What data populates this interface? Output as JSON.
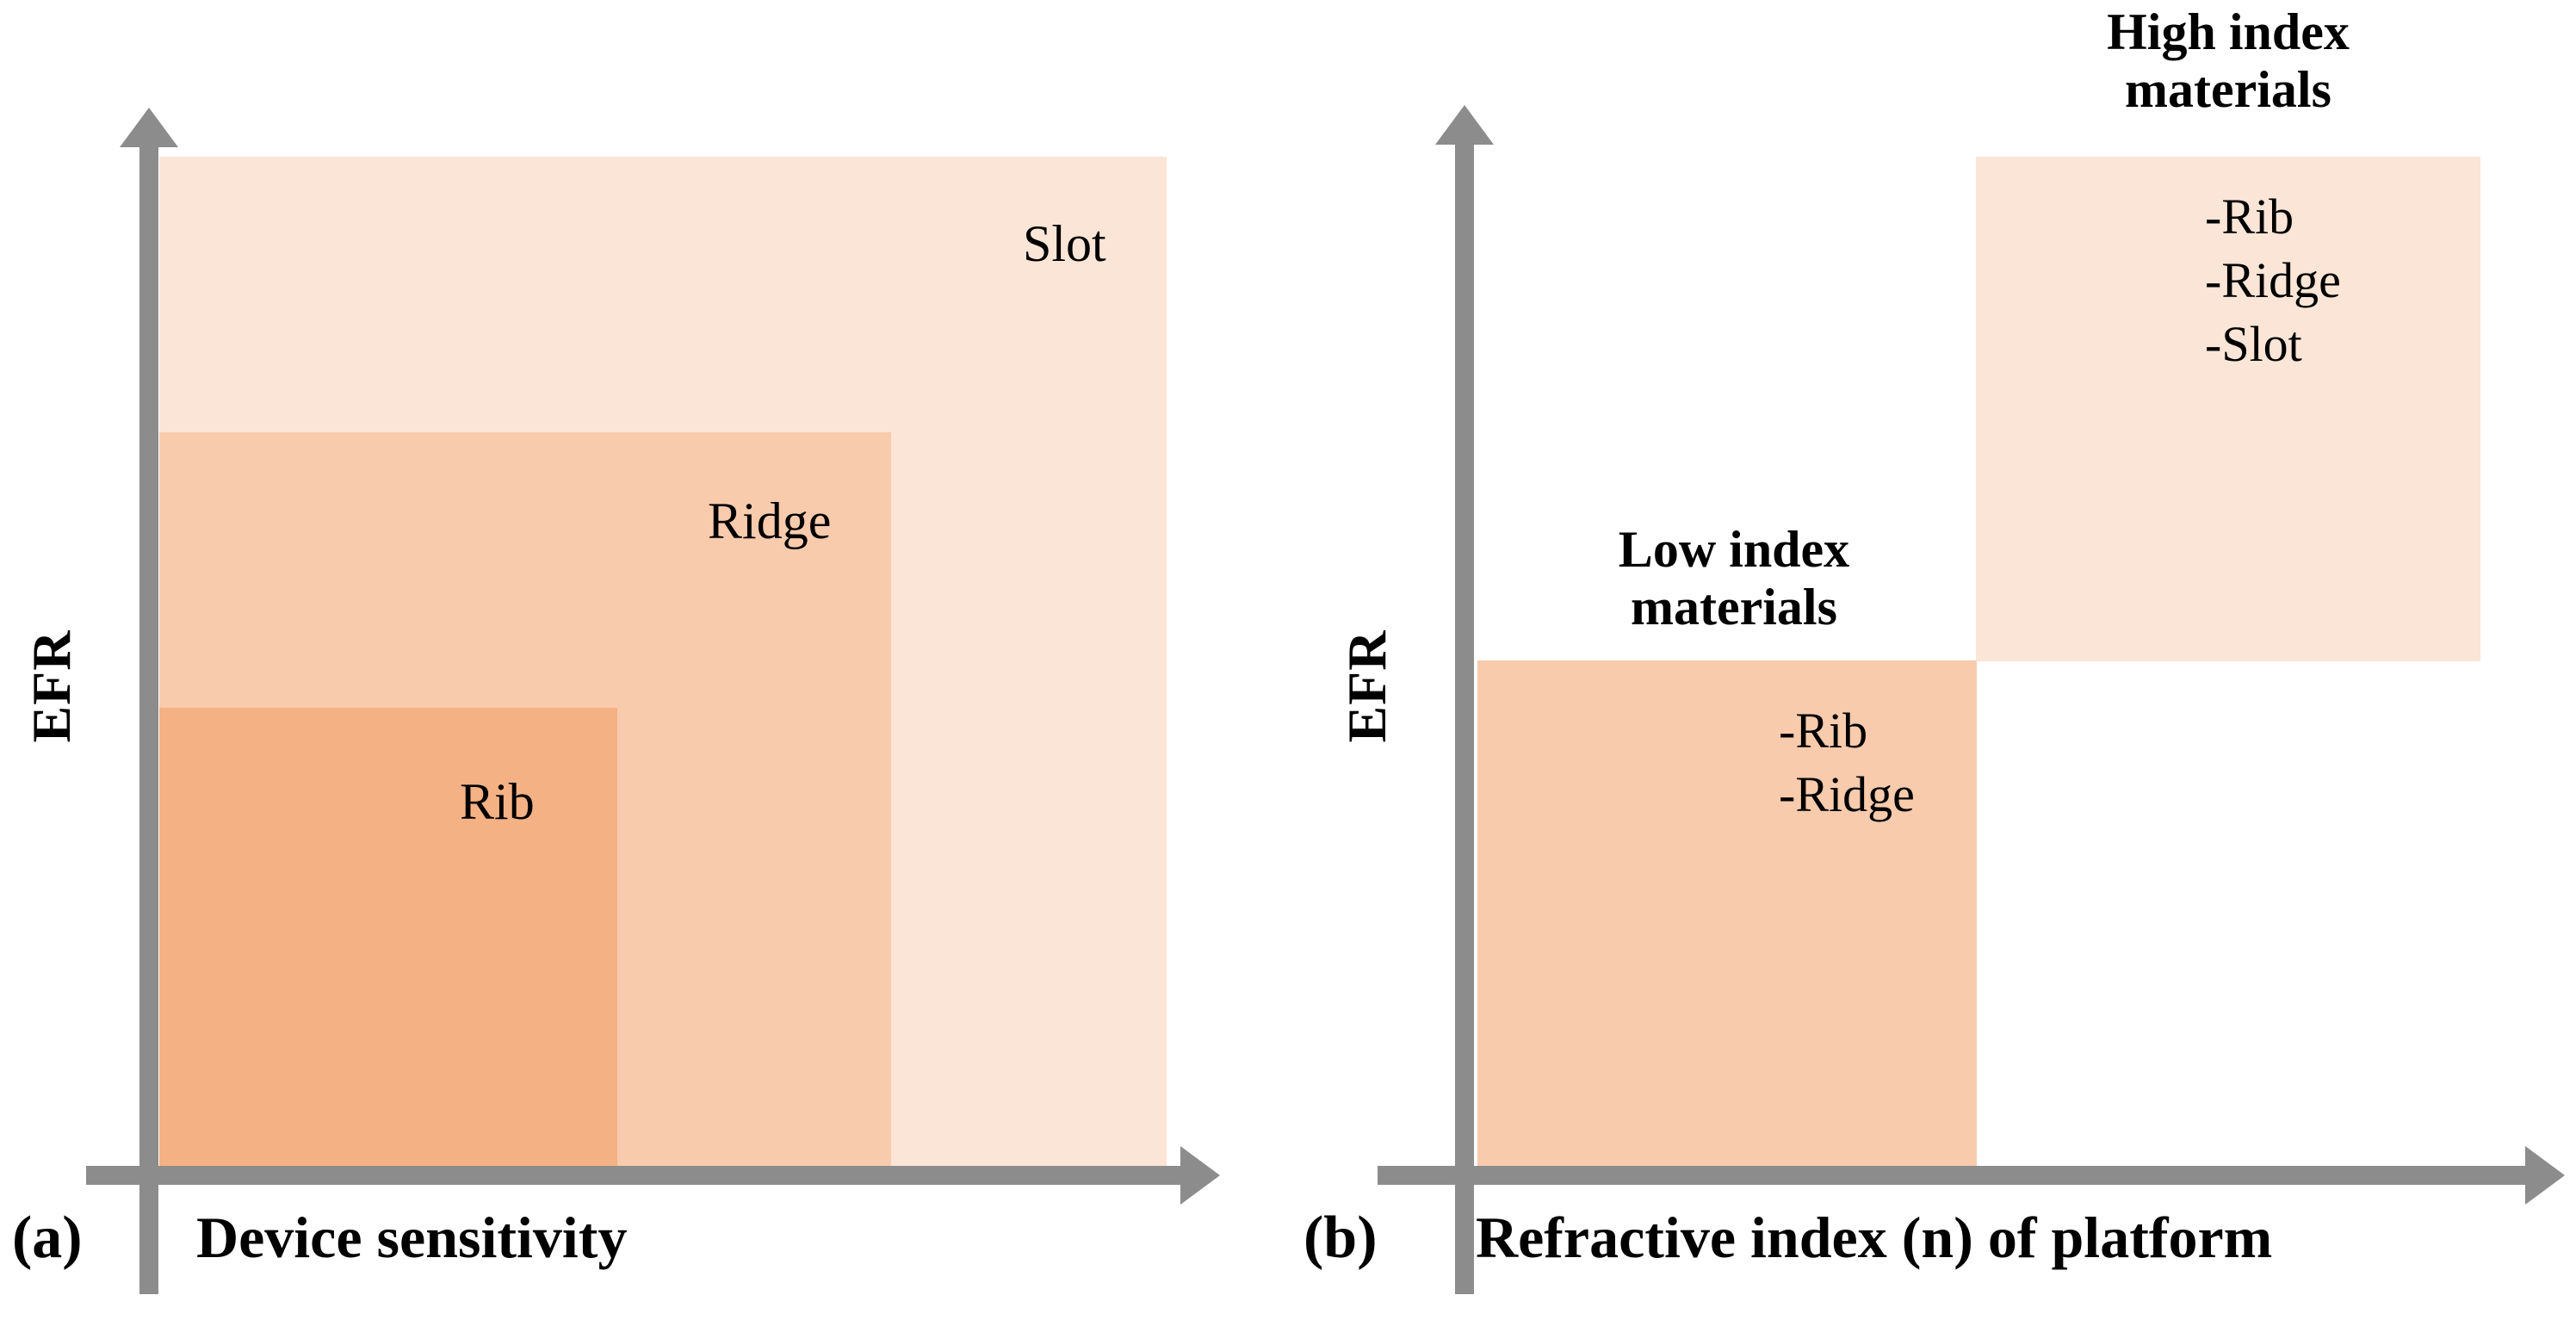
{
  "figure": {
    "background": "#ffffff",
    "axis_color": "#8c8c8c",
    "text_color": "#000000"
  },
  "colors": {
    "dark": "#f4b183",
    "mid": "#f8cbad",
    "light": "#fbe5d6"
  },
  "panel_a": {
    "tag": "(a)",
    "y_axis_title": "EFR",
    "x_axis_title": "Device sensitivity",
    "regions": [
      {
        "label": "Slot",
        "color": "#fbe5d6"
      },
      {
        "label": "Ridge",
        "color": "#f8cbad"
      },
      {
        "label": "Rib",
        "color": "#f4b183"
      }
    ]
  },
  "panel_b": {
    "tag": "(b)",
    "y_axis_title": "EFR",
    "x_axis_title": "Refractive index (n) of platform",
    "groups": [
      {
        "title": "High index\nmaterials",
        "color": "#fbe5d6",
        "items": [
          "-Rib",
          "-Ridge",
          "-Slot"
        ]
      },
      {
        "title": "Low index\nmaterials",
        "color": "#f8cbad",
        "items": [
          "-Rib",
          "-Ridge"
        ]
      }
    ]
  },
  "chart_data": {
    "type": "diagram",
    "title": "",
    "panels": [
      {
        "id": "a",
        "tag": "(a)",
        "xlabel": "Device sensitivity",
        "ylabel": "EFR",
        "description": "Nested rectangles showing relative EFR and device sensitivity of waveguide geometries",
        "blocks": [
          {
            "name": "Slot",
            "x0": 0.0,
            "x1": 1.0,
            "y0": 0.0,
            "y1": 1.0,
            "color": "#fbe5d6"
          },
          {
            "name": "Ridge",
            "x0": 0.0,
            "x1": 0.73,
            "y0": 0.0,
            "y1": 0.73,
            "color": "#f8cbad"
          },
          {
            "name": "Rib",
            "x0": 0.0,
            "x1": 0.45,
            "y0": 0.0,
            "y1": 0.45,
            "color": "#f4b183"
          }
        ]
      },
      {
        "id": "b",
        "tag": "(b)",
        "xlabel": "Refractive index (n) of platform",
        "ylabel": "EFR",
        "description": "Two offset blocks contrasting low index and high index material platforms",
        "blocks": [
          {
            "name": "Low index materials",
            "items": [
              "-Rib",
              "-Ridge"
            ],
            "x0": 0.0,
            "x1": 0.46,
            "y0": 0.0,
            "y1": 0.5,
            "color": "#f8cbad"
          },
          {
            "name": "High index materials",
            "items": [
              "-Rib",
              "-Ridge",
              "-Slot"
            ],
            "x0": 0.46,
            "x1": 0.93,
            "y0": 0.5,
            "y1": 1.0,
            "color": "#fbe5d6"
          }
        ]
      }
    ]
  }
}
